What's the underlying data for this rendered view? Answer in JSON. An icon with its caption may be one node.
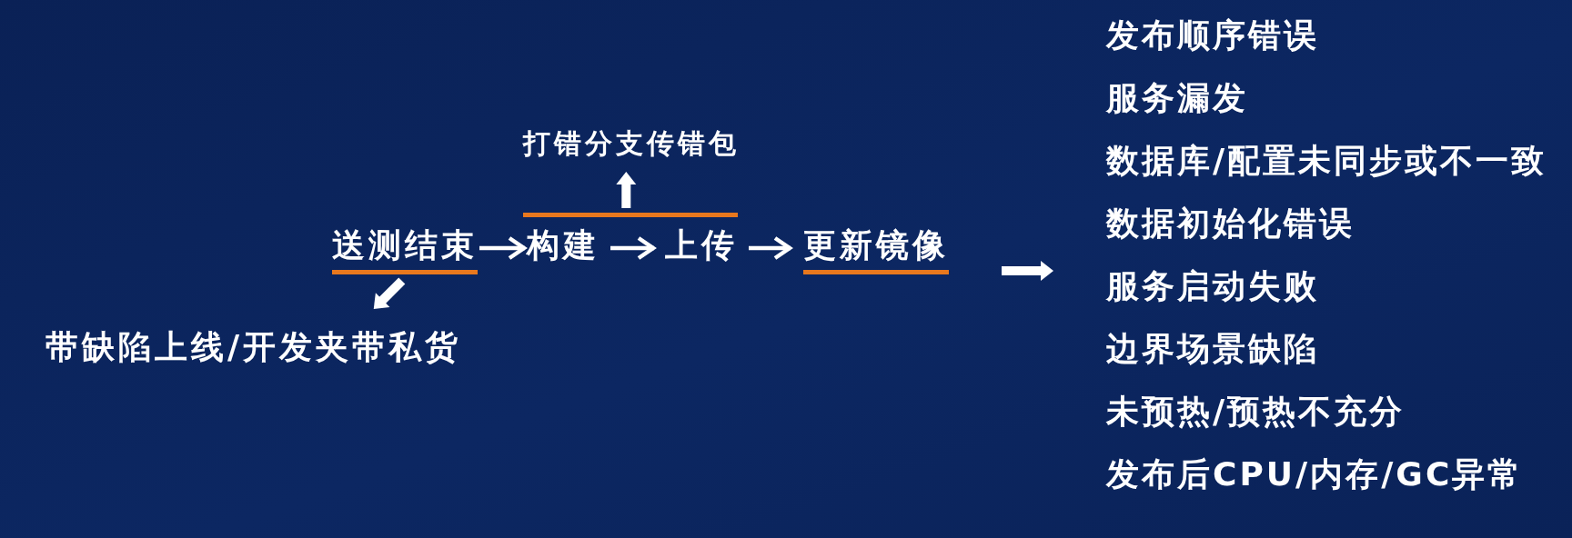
{
  "diagram": {
    "nodes": [
      {
        "text": [
          "送测结束"
        ]
      },
      {
        "text": [
          "构建"
        ]
      },
      {
        "text": [
          "上传"
        ]
      },
      {
        "text": [
          "更新镜像"
        ]
      },
      {
        "text": [],
        "shape": "bar"
      },
      {
        "text": [
          "打错分支传错包"
        ]
      },
      {
        "text": [
          "带缺陷上线/开发夹带私货"
        ]
      },
      {
        "text": [
          "发布顺序错误",
          "服务漏发",
          "数据库/配置未同步或不一致",
          "数据初始化错误",
          "服务启动失败",
          "边界场景缺陷",
          "未预热/预热不充分",
          "发布后CPU/内存/GC异常"
        ]
      }
    ],
    "edges": [
      {
        "from": 0,
        "to": 1,
        "arrow": "to"
      },
      {
        "from": 1,
        "to": 2,
        "arrow": "to"
      },
      {
        "from": 2,
        "to": 3,
        "arrow": "to"
      },
      {
        "from": 4,
        "to": 5,
        "arrow": "to",
        "style": "thick"
      },
      {
        "from": 0,
        "to": 6,
        "arrow": "to",
        "style": "thick"
      },
      {
        "from": 3,
        "to": 7,
        "arrow": "to",
        "style": "thick"
      }
    ]
  }
}
